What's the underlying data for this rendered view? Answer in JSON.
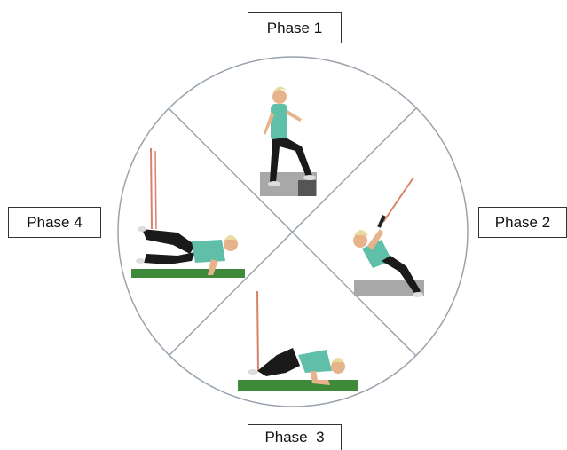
{
  "phases": {
    "phase1": "Phase 1",
    "phase2": "Phase 2",
    "phase3": "Phase  3",
    "phase4": "Phase 4"
  },
  "colors": {
    "circle": "#9aa3ad",
    "shirt": "#5fbfa8",
    "pants": "#1a1a1a",
    "skin": "#e6b38a",
    "hair": "#e8dca0",
    "mat": "#3f8a3a",
    "step": "#a8a8a8",
    "band": "#d9826a"
  }
}
